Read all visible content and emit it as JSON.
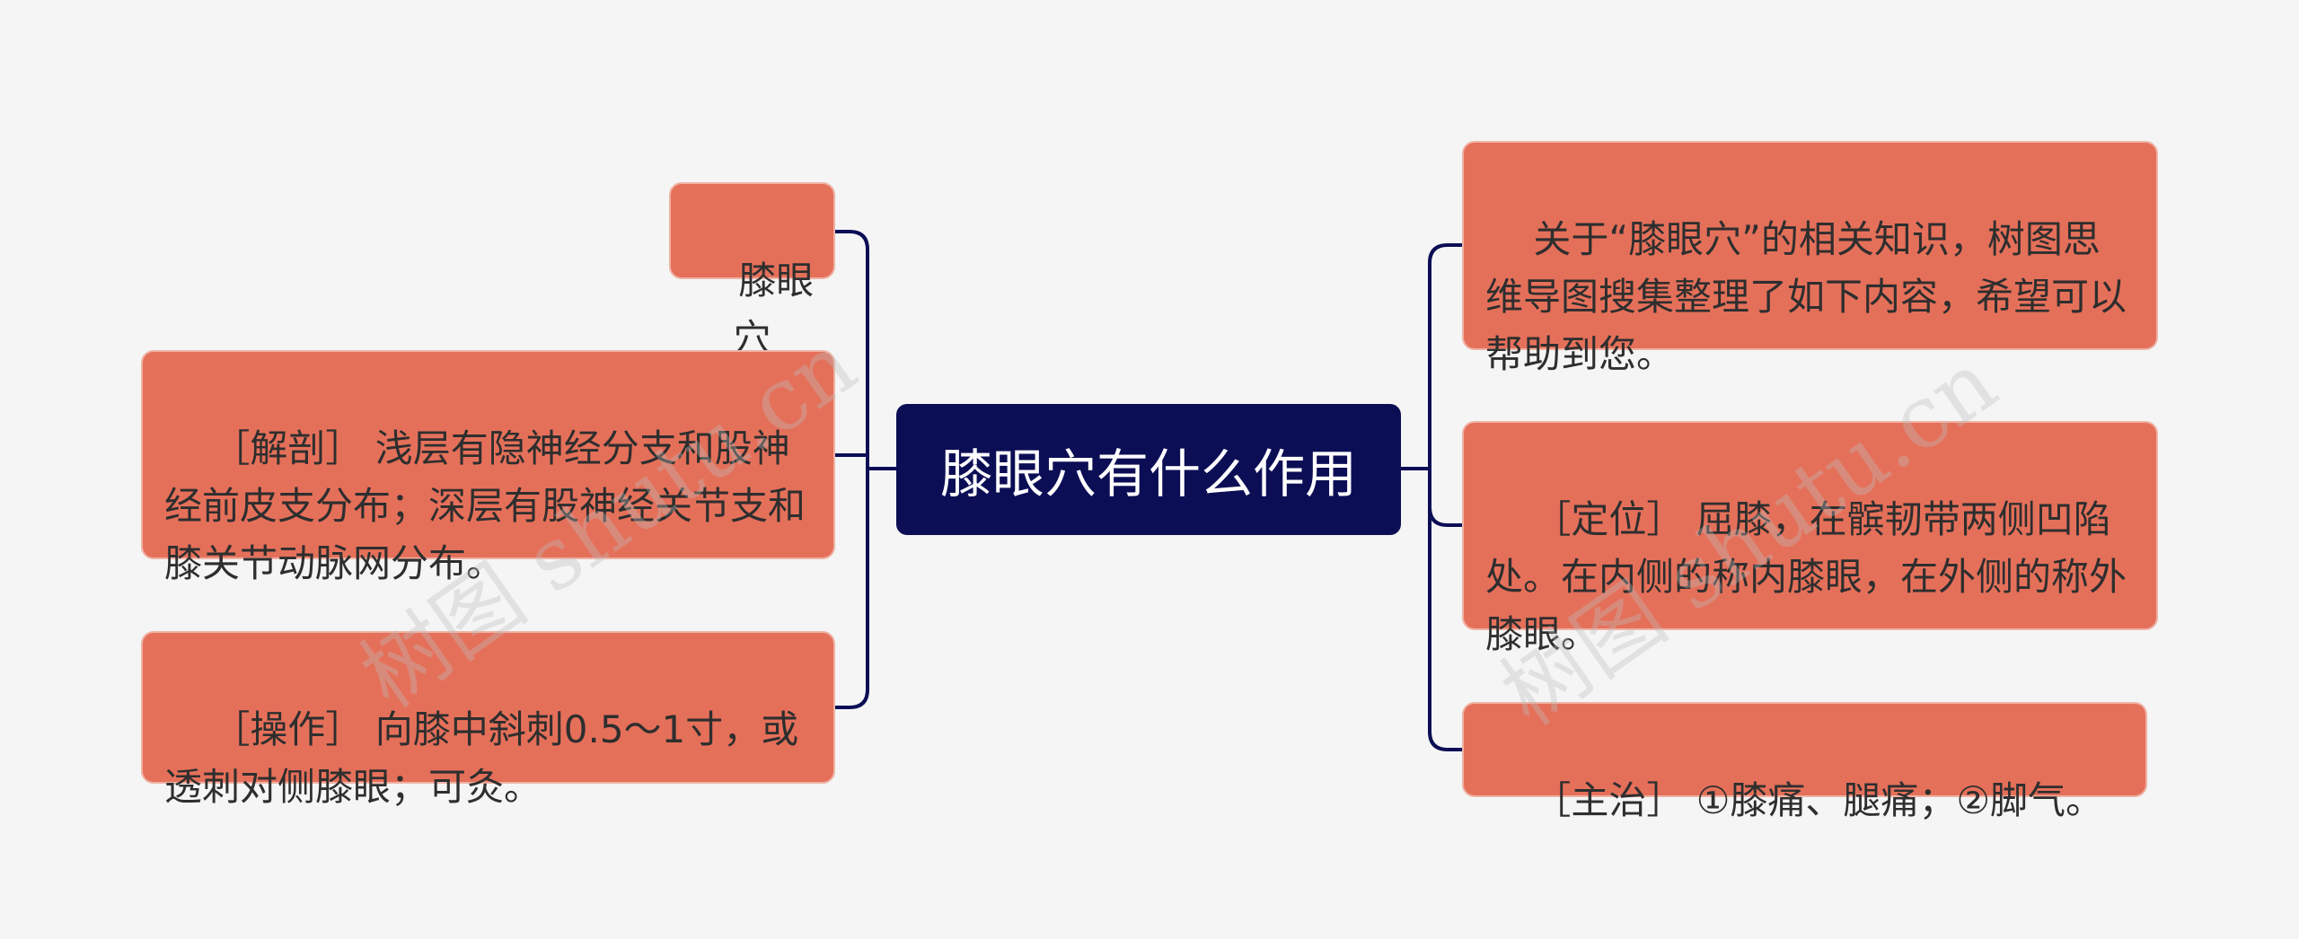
{
  "center": {
    "title": "膝眼穴有什么作用"
  },
  "left_nodes": [
    {
      "text": "膝眼穴"
    },
    {
      "text": "［解剖］ 浅层有隐神经分支和股神经前皮支分布；深层有股神经关节支和膝关节动脉网分布。"
    },
    {
      "text": "［操作］ 向膝中斜刺0.5～1寸，或透刺对侧膝眼；可灸。"
    }
  ],
  "right_nodes": [
    {
      "text": "关于“膝眼穴”的相关知识，树图思维导图搜集整理了如下内容，希望可以帮助到您。"
    },
    {
      "text": "［定位］ 屈膝，在髌韧带两侧凹陷处。在内侧的称内膝眼，在外侧的称外膝眼。"
    },
    {
      "text": "［主治］ ①膝痛、腿痛；②脚气。"
    }
  ],
  "watermarks": [
    {
      "text": "树图 shutu.cn"
    },
    {
      "text": "树图 shutu.cn"
    }
  ],
  "colors": {
    "background": "#f5f5f5",
    "center_fill": "#0c0e55",
    "node_fill": "#e5705a",
    "connector": "#0c0e55"
  }
}
